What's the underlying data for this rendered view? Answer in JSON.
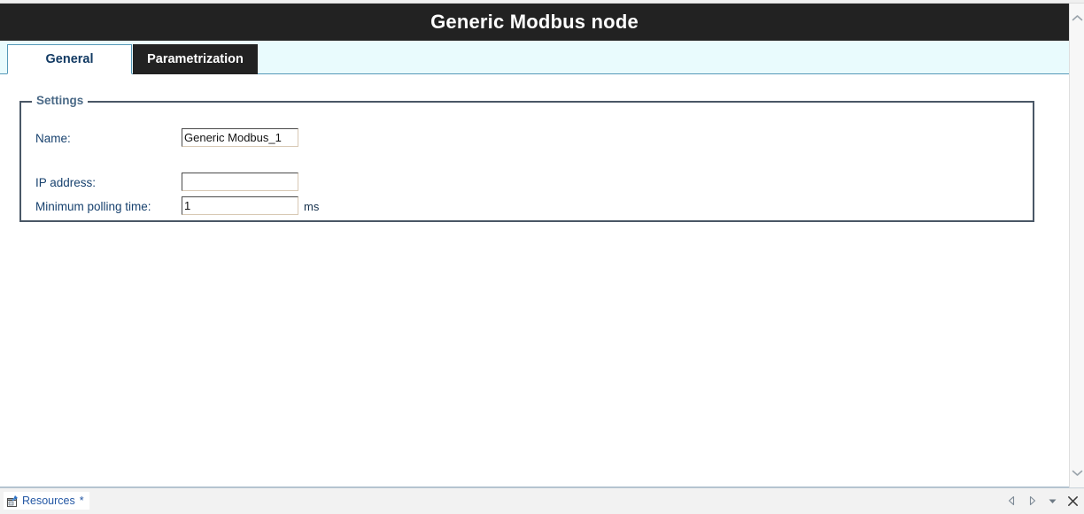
{
  "window": {
    "title": "Generic Modbus node"
  },
  "tabs": [
    {
      "label": "General",
      "active": true
    },
    {
      "label": "Parametrization",
      "active": false
    }
  ],
  "settings": {
    "legend": "Settings",
    "fields": [
      {
        "label": "Name:",
        "value": "Generic Modbus_1",
        "unit": ""
      },
      {
        "label": "IP address:",
        "value": "",
        "unit": ""
      },
      {
        "label": "Minimum polling time:",
        "value": "1",
        "unit": "ms"
      }
    ]
  },
  "status_bar": {
    "resources_label": "Resources",
    "modified_marker": "*",
    "icon": "resources-window-icon",
    "controls": [
      {
        "name": "previous-tab-button",
        "glyph": "◁"
      },
      {
        "name": "next-tab-button",
        "glyph": "▷"
      },
      {
        "name": "tab-list-dropdown-button",
        "glyph": "▼"
      },
      {
        "name": "close-view-button",
        "glyph": "✕"
      }
    ]
  },
  "scrollbar": {
    "up_glyph": "⌃",
    "down_glyph": "⌄"
  },
  "colors": {
    "title_bar": "#222222",
    "tab_strip": "#e9fbfd",
    "tab_border": "#5699b8",
    "label_text": "#17416e",
    "legend_text": "#4b6a87",
    "group_border": "#4a5766",
    "link_text": "#2357a4"
  }
}
